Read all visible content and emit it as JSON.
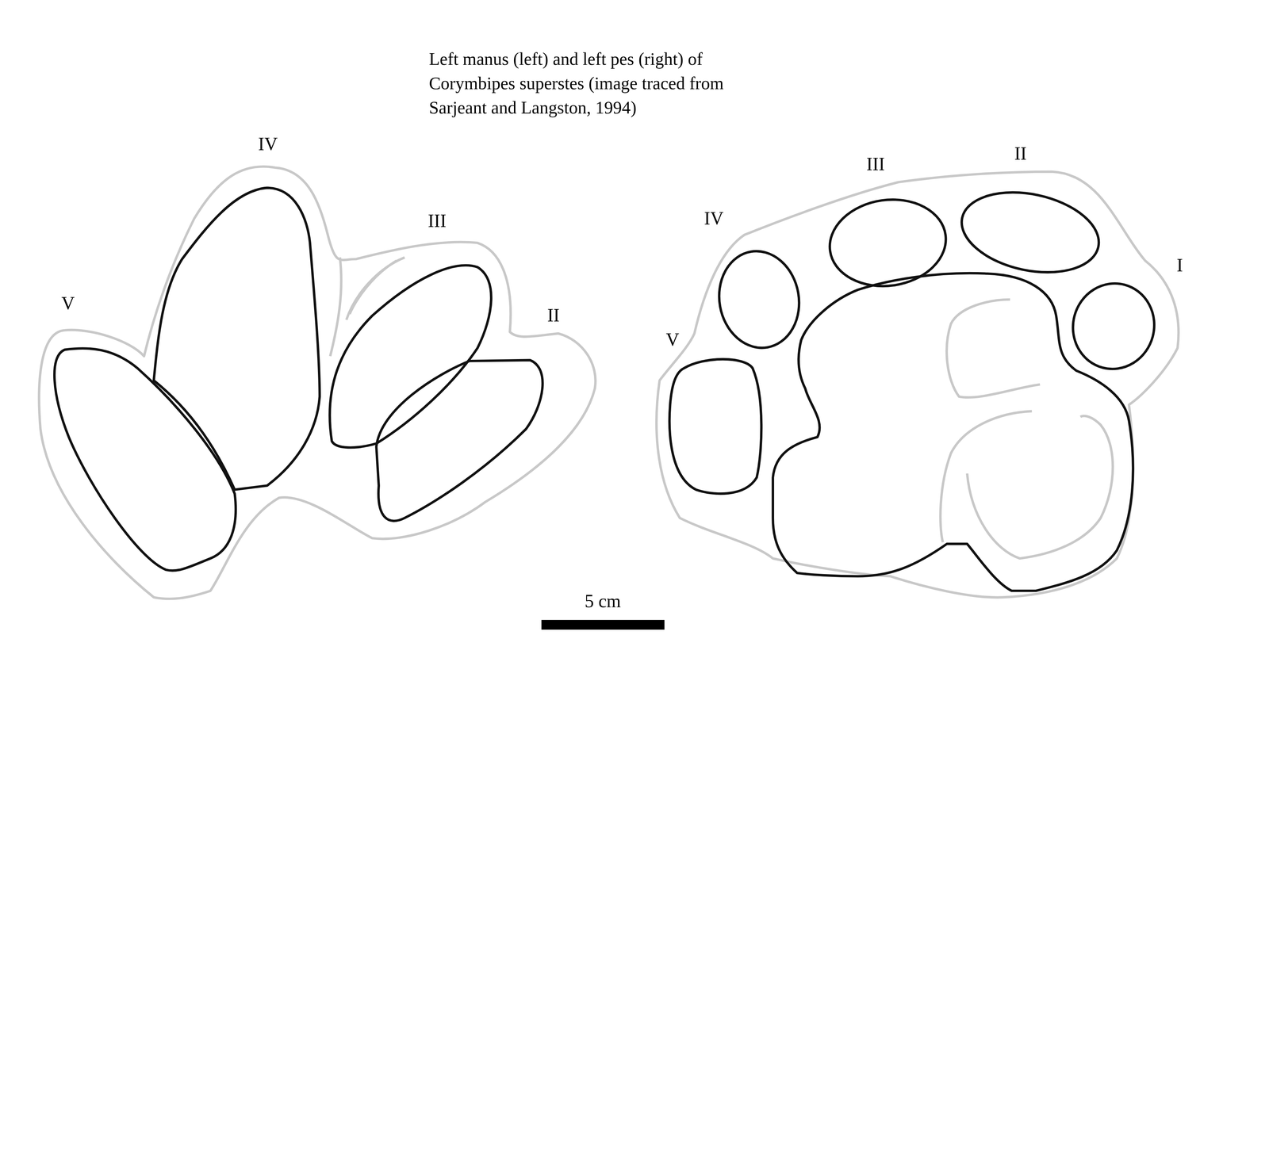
{
  "diagram": {
    "title": "Left manus (left) and left pes (right) of Corymbipes superstes (image traced from Sarjeant and Langston, 1994)",
    "labels": [
      "IV",
      "III",
      "V",
      "II",
      "III",
      "II",
      "IV",
      "I",
      "V",
      "5 cm"
    ]
  }
}
